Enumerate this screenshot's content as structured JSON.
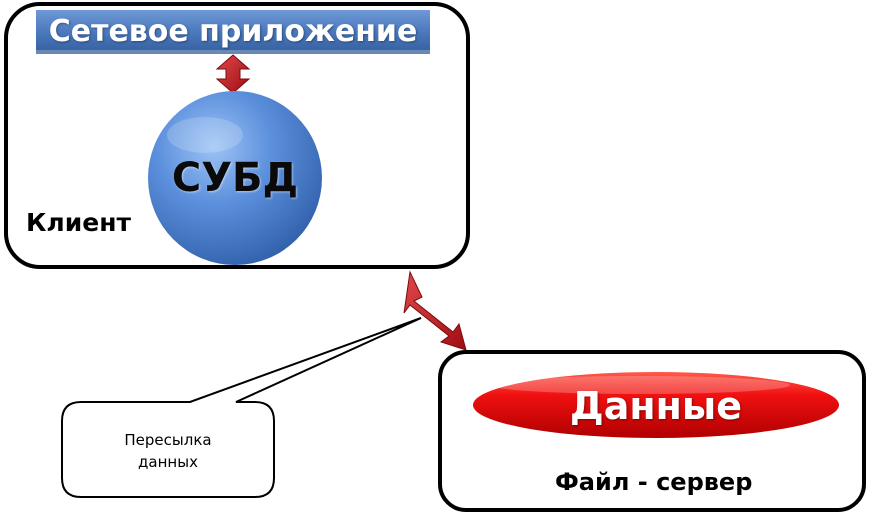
{
  "client": {
    "app_banner": "Сетевое приложение",
    "dbms": "СУБД",
    "label": "Клиент"
  },
  "server": {
    "data": "Данные",
    "label": "Файл - сервер"
  },
  "callout": {
    "line1": "Пересылка",
    "line2": "данных"
  },
  "colors": {
    "banner_blue": "#4a79bd",
    "dbms_blue": "#4f86d4",
    "data_red": "#e40000",
    "arrow_red": "#c4161c",
    "outline": "#000000"
  }
}
